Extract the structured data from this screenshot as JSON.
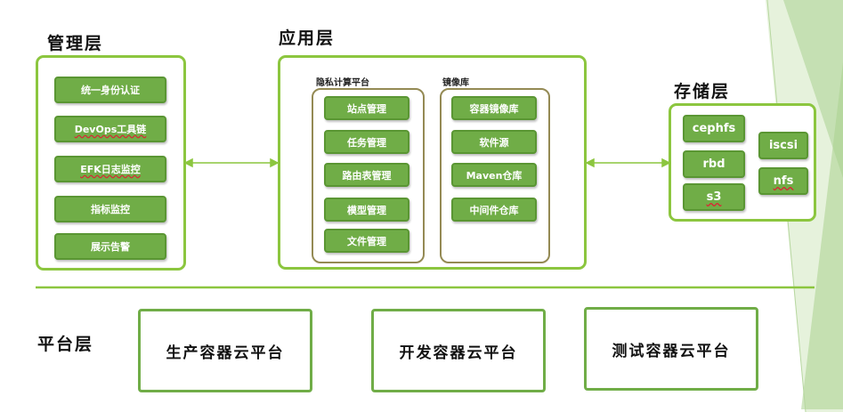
{
  "colors": {
    "accent": "#8cc63f",
    "pill": "#70ad47",
    "subframe": "#948a54",
    "decor_light": "#d9ead0",
    "decor_dark": "#a9d18e"
  },
  "management": {
    "title": "管理层",
    "items": [
      "统一身份认证",
      "DevOps工具链",
      "EFK日志监控",
      "指标监控",
      "展示告警"
    ]
  },
  "application": {
    "title": "应用层",
    "privacy": {
      "title": "隐私计算平台",
      "items": [
        "站点管理",
        "任务管理",
        "路由表管理",
        "模型管理",
        "文件管理"
      ]
    },
    "mirror": {
      "title": "镜像库",
      "items": [
        "容器镜像库",
        "软件源",
        "Maven仓库",
        "中间件仓库"
      ]
    }
  },
  "storage": {
    "title": "存储层",
    "items": [
      "cephfs",
      "rbd",
      "s3",
      "iscsi",
      "nfs"
    ]
  },
  "platform": {
    "title": "平台层",
    "items": [
      "生产容器云平台",
      "开发容器云平台",
      "测试容器云平台"
    ]
  }
}
